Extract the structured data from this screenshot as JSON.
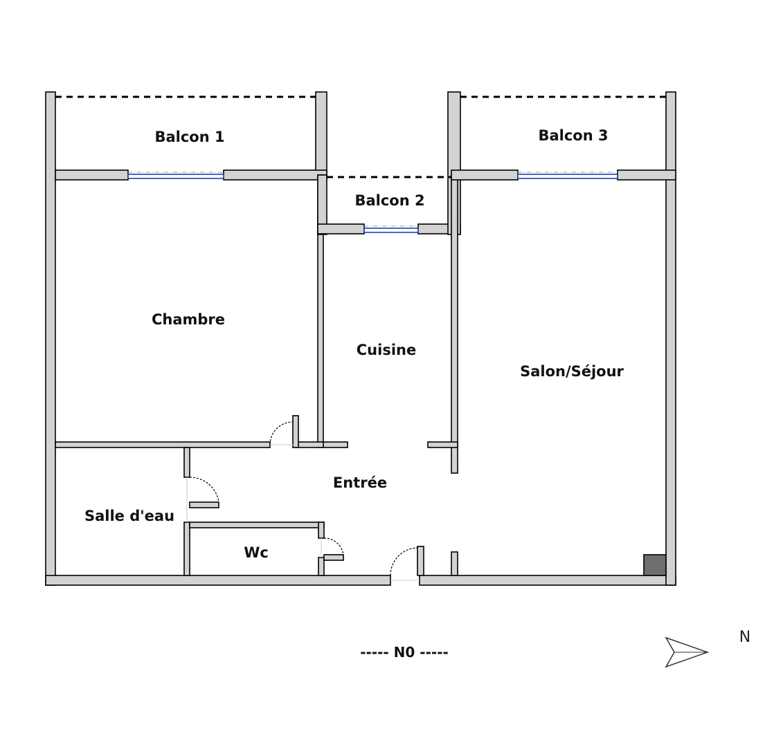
{
  "rooms": {
    "balcon1": "Balcon 1",
    "balcon2": "Balcon 2",
    "balcon3": "Balcon 3",
    "chambre": "Chambre",
    "cuisine": "Cuisine",
    "salon": "Salon/Séjour",
    "entree": "Entrée",
    "salle_eau": "Salle d'eau",
    "wc": "Wc"
  },
  "level": {
    "label": "----- N0 -----"
  },
  "compass": {
    "letter": "N",
    "icon": "north-arrow-icon"
  },
  "colors": {
    "wall_fill": "#d3d3d3",
    "window": "#1f3fb0",
    "duct": "#6e6e6e"
  }
}
